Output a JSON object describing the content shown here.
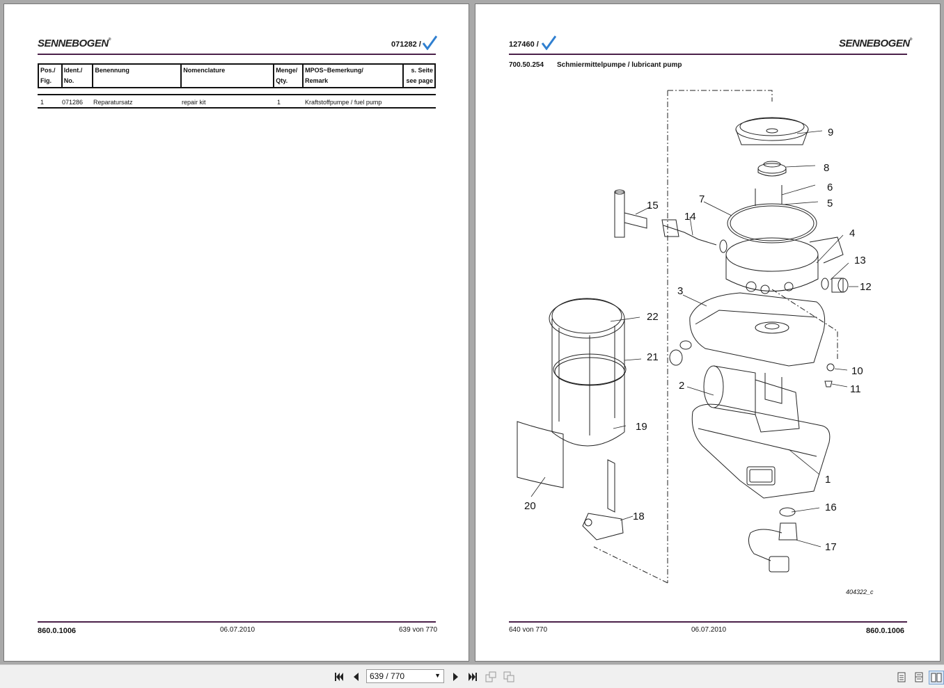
{
  "left_page": {
    "logo": "SENNEBOGEN",
    "part_number": "071282 /",
    "table": {
      "headers": [
        {
          "line1": "Pos./",
          "line2": "Fig."
        },
        {
          "line1": "Ident./",
          "line2": "No."
        },
        {
          "line1": "Benennung",
          "line2": ""
        },
        {
          "line1": "Nomenclature",
          "line2": ""
        },
        {
          "line1": "Menge/",
          "line2": "Qty."
        },
        {
          "line1": "MPOS~Bemerkung/",
          "line2": "Remark"
        },
        {
          "line1": "s. Seite",
          "line2": "see page"
        }
      ],
      "rows": [
        {
          "pos": "1",
          "ident": "071286",
          "benennung": "Reparatursatz",
          "nomenclature": "repair kit",
          "qty": "1",
          "remark": "Kraftstoffpumpe / fuel pump",
          "see_page": ""
        }
      ]
    },
    "footer": {
      "doc_number": "860.0.1006",
      "date": "06.07.2010",
      "page": "639 von 770"
    }
  },
  "right_page": {
    "logo": "SENNEBOGEN",
    "part_number": "127460 /",
    "assembly_number": "700.50.254",
    "assembly_title": "Schmiermittelpumpe / lubricant pump",
    "drawing_ref": "404322_c",
    "callouts": [
      "1",
      "2",
      "3",
      "4",
      "5",
      "6",
      "7",
      "8",
      "9",
      "10",
      "11",
      "12",
      "13",
      "14",
      "15",
      "16",
      "17",
      "18",
      "19",
      "20",
      "21",
      "22"
    ],
    "footer": {
      "page": "640 von 770",
      "date": "06.07.2010",
      "doc_number": "860.0.1006"
    }
  },
  "toolbar": {
    "page_indicator": "639 / 770",
    "icons": [
      "first-page-icon",
      "prev-page-icon",
      "next-page-icon",
      "last-page-icon",
      "rotate-icon",
      "layout-icon",
      "single-page-icon",
      "continuous-page-icon",
      "two-page-icon"
    ]
  },
  "colors": {
    "rule": "#4a2048",
    "check": "#2f7fd0",
    "background": "#a9a9a9"
  }
}
